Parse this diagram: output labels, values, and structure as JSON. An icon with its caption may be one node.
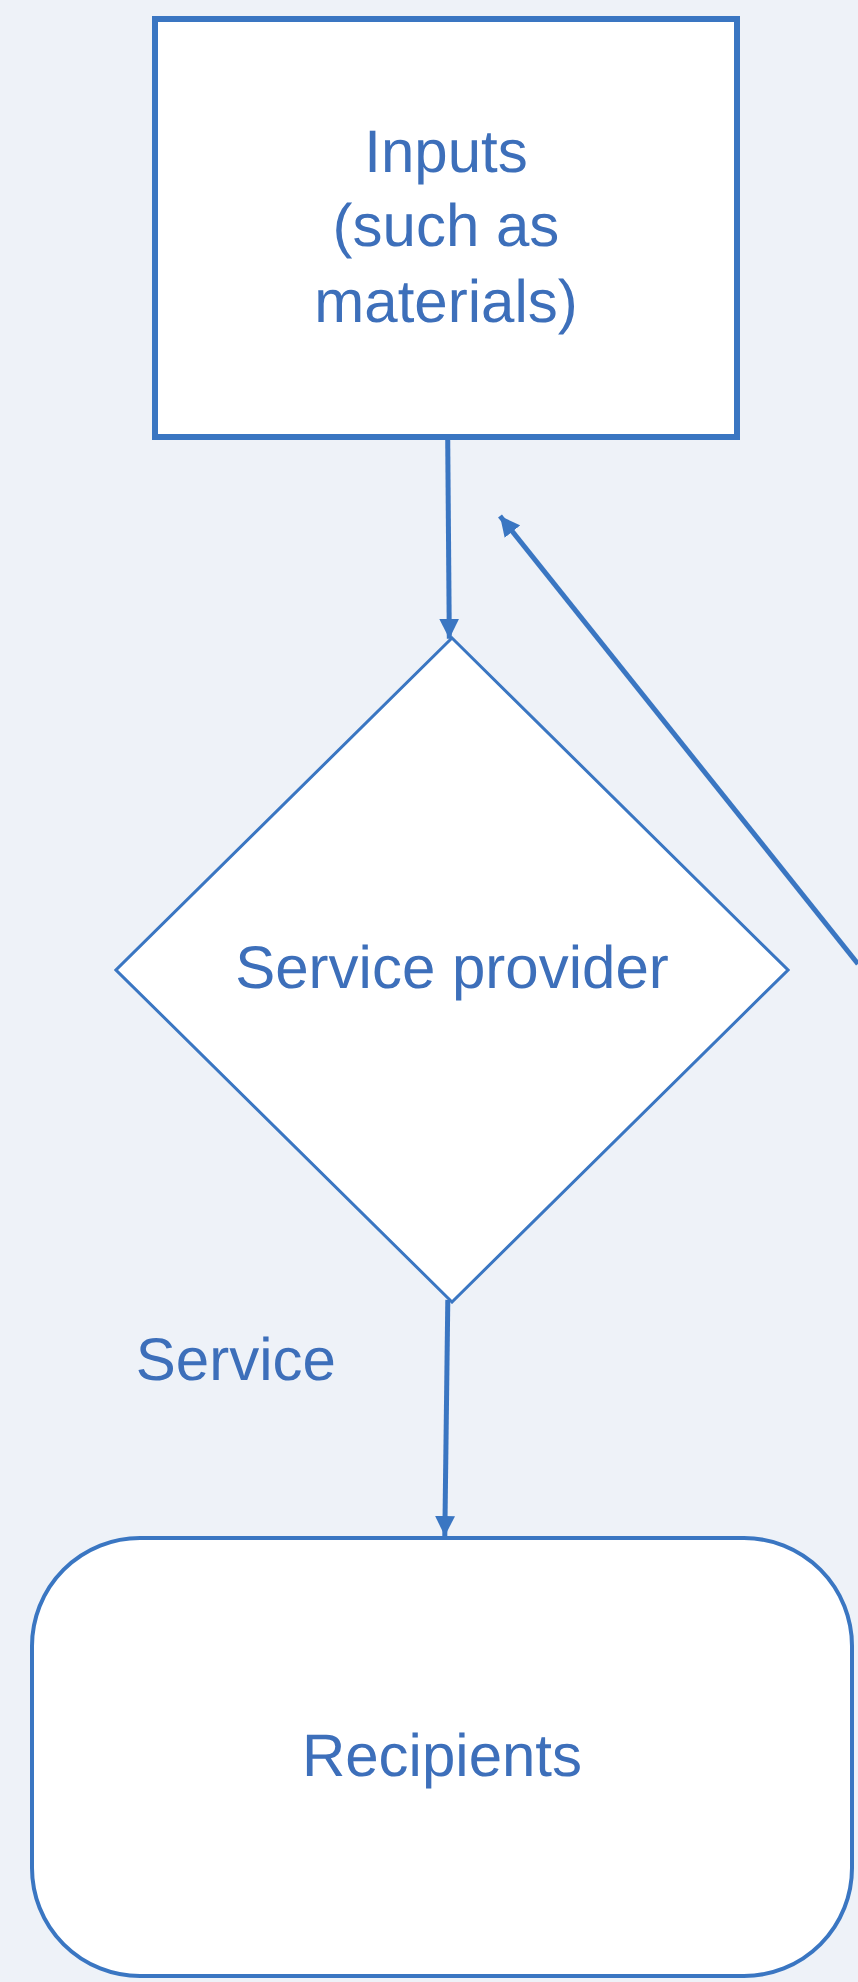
{
  "diagram": {
    "nodes": [
      {
        "text": [
          "Inputs (such as materials)"
        ]
      },
      {
        "text": [
          "Service provider"
        ]
      },
      {
        "text": [
          "Recipients"
        ]
      }
    ],
    "edges": [
      {
        "from": 0,
        "to": 1,
        "arrow": "to"
      },
      {
        "from": 1,
        "to": 2,
        "arrow": "to",
        "label": "Service"
      }
    ]
  }
}
